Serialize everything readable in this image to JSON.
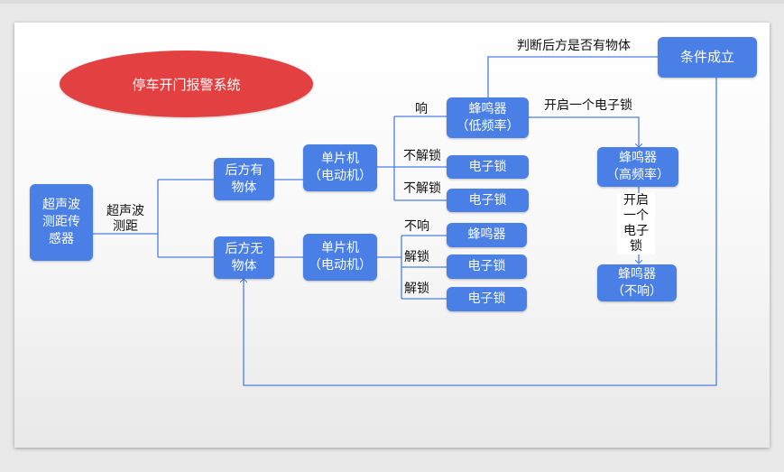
{
  "title": "停车开门报警系统",
  "nodes": {
    "sensor": "超声波\n测距传\n感器",
    "has_object": "后方有\n物体",
    "no_object": "后方无\n物体",
    "mcu_top": "单片机\n（电动机）",
    "mcu_bottom": "单片机\n（电动机）",
    "buzzer_low": "蜂鸣器\n（低频率）",
    "lock_top_1": "电子锁",
    "lock_top_2": "电子锁",
    "buzzer_mid": "蜂鸣器",
    "lock_bottom_1": "电子锁",
    "lock_bottom_2": "电子锁",
    "condition": "条件成立",
    "buzzer_high": "蜂鸣器\n（高频率）",
    "buzzer_off": "蜂鸣器\n（不响）"
  },
  "labels": {
    "ultrasonic": "超声波\n测距",
    "ring": "响",
    "no_unlock_1": "不解锁",
    "no_unlock_2": "不解锁",
    "no_ring": "不响",
    "unlock_1": "解锁",
    "unlock_2": "解锁",
    "judge_behind": "判断后方是否有物体",
    "open_lock": "开启一个电子锁",
    "open_lock_vertical": "开启\n一个\n电子\n锁"
  },
  "colors": {
    "box": "#4a7fe6",
    "title_ellipse": "#e34141",
    "line": "#4a7fe6"
  }
}
